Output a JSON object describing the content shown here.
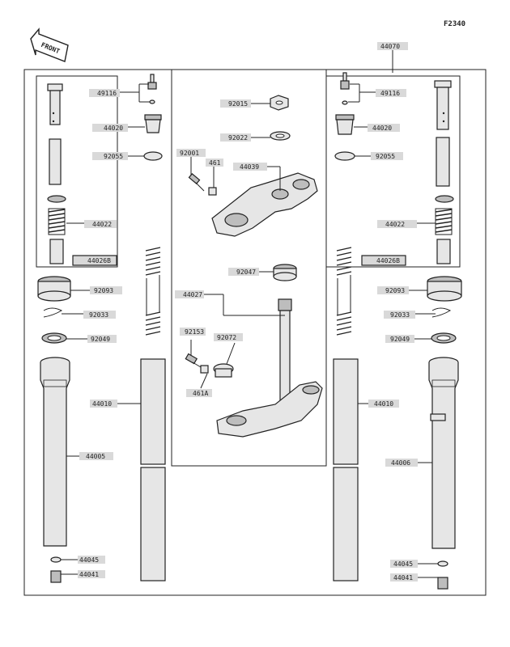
{
  "diagram_code": "F2340",
  "front_label": "FRONT",
  "labels": {
    "l_49116": "49116",
    "l_44020": "44020",
    "l_92055": "92055",
    "l_44022": "44022",
    "l_44026b": "44026B",
    "l_92093": "92093",
    "l_92033": "92033",
    "l_92049": "92049",
    "l_44010": "44010",
    "l_44005": "44005",
    "l_44045": "44045",
    "l_44041": "44041",
    "r_44070": "44070",
    "r_49116": "49116",
    "r_44020": "44020",
    "r_92055": "92055",
    "r_44022": "44022",
    "r_44026b": "44026B",
    "r_92093": "92093",
    "r_92033": "92033",
    "r_92049": "92049",
    "r_44010": "44010",
    "r_44006": "44006",
    "r_44045": "44045",
    "r_44041": "44041",
    "c_92015": "92015",
    "c_92022": "92022",
    "c_92001": "92001",
    "c_461": "461",
    "c_44039": "44039",
    "c_92047": "92047",
    "c_44027": "44027",
    "c_92153": "92153",
    "c_92072": "92072",
    "c_461a": "461A"
  }
}
